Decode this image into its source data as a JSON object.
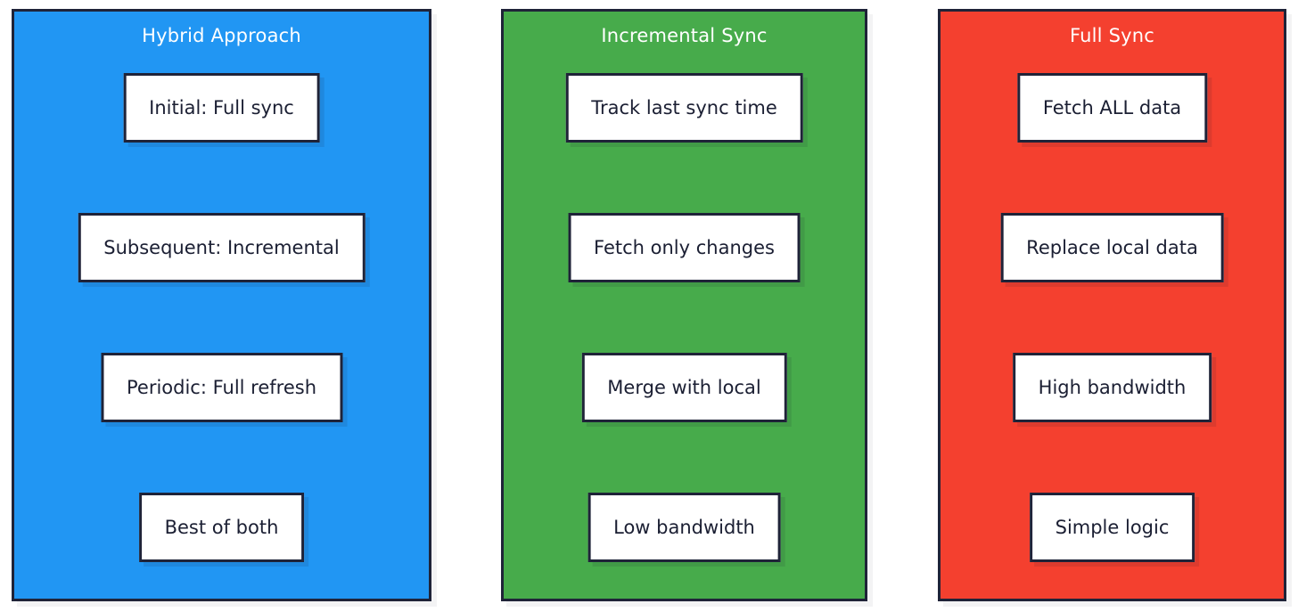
{
  "diagram": {
    "type": "three-column-comparison",
    "background": "#ffffff",
    "border_color": "#1f2338",
    "columns": [
      {
        "id": "hybrid-approach",
        "title": "Hybrid Approach",
        "color": "#2196f3",
        "title_color": "#ffffff",
        "nodes": [
          {
            "label": "Initial: Full sync"
          },
          {
            "label": "Subsequent: Incremental"
          },
          {
            "label": "Periodic: Full refresh"
          },
          {
            "label": "Best of both"
          }
        ]
      },
      {
        "id": "incremental-sync",
        "title": "Incremental Sync",
        "color": "#47ab4b",
        "title_color": "#ffffff",
        "nodes": [
          {
            "label": "Track last sync time"
          },
          {
            "label": "Fetch only changes"
          },
          {
            "label": "Merge with local"
          },
          {
            "label": "Low bandwidth"
          }
        ]
      },
      {
        "id": "full-sync",
        "title": "Full Sync",
        "color": "#f4402f",
        "title_color": "#ffffff",
        "nodes": [
          {
            "label": "Fetch ALL data"
          },
          {
            "label": "Replace local data"
          },
          {
            "label": "High bandwidth"
          },
          {
            "label": "Simple logic"
          }
        ]
      }
    ]
  }
}
